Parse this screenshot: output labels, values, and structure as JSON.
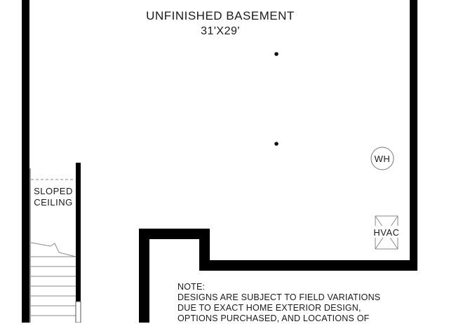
{
  "room": {
    "name": "UNFINISHED BASEMENT",
    "dimensions": "31'X29'"
  },
  "stair": {
    "label_line1": "SLOPED",
    "label_line2": "CEILING"
  },
  "fixtures": {
    "water_heater": "WH",
    "hvac": "HVAC"
  },
  "note": {
    "heading": "NOTE:",
    "lines": [
      "DESIGNS ARE SUBJECT TO FIELD VARIATIONS",
      "DUE TO EXACT HOME EXTERIOR DESIGN,",
      "OPTIONS PURCHASED, AND LOCATIONS OF"
    ]
  },
  "colors": {
    "wall": "#000000",
    "line": "#777777",
    "text": "#1a1a1a"
  }
}
